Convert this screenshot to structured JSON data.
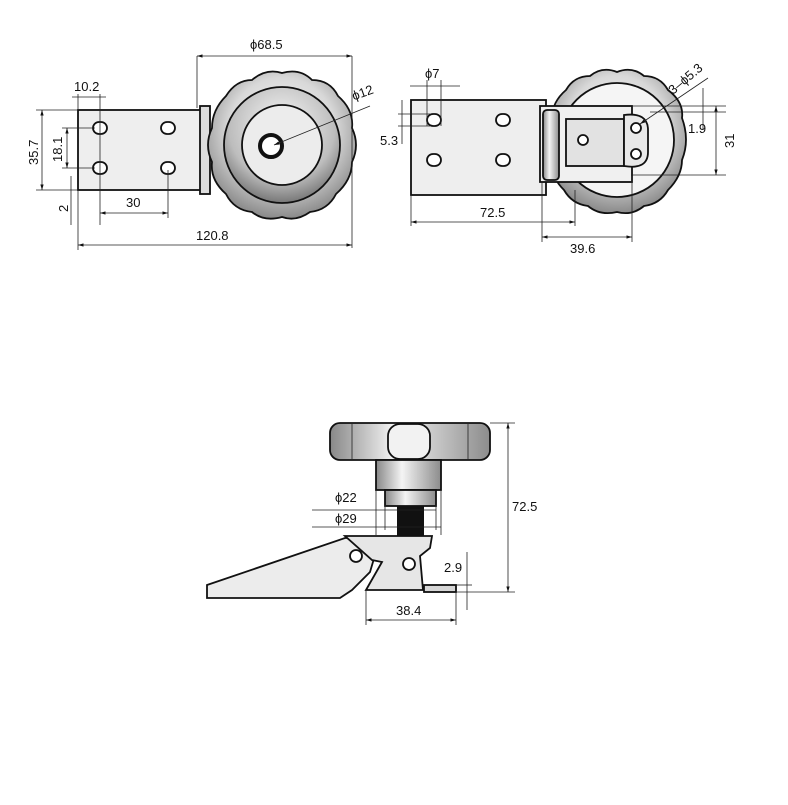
{
  "top_view": {
    "dims": {
      "knob_diameter": "ϕ68.5",
      "hole_diameter": "ϕ12",
      "hole_spacing_x_small": "10.2",
      "plate_height": "35.7",
      "hole_spacing_y": "18.1",
      "edge_offset": "2",
      "hole_pitch": "30",
      "overall_length": "120.8"
    }
  },
  "bottom_view": {
    "dims": {
      "slot_diameter": "ϕ7",
      "slot_offset": "5.3",
      "screw_holes": "3–ϕ5.3",
      "screw_offset": "1.9",
      "latch_height": "31",
      "plate_length": "72.5",
      "latch_length": "39.6"
    }
  },
  "side_view": {
    "dims": {
      "neck_diameter": "ϕ22",
      "base_diameter": "ϕ29",
      "overall_height": "72.5",
      "plate_thickness": "2.9",
      "base_length": "38.4"
    }
  }
}
